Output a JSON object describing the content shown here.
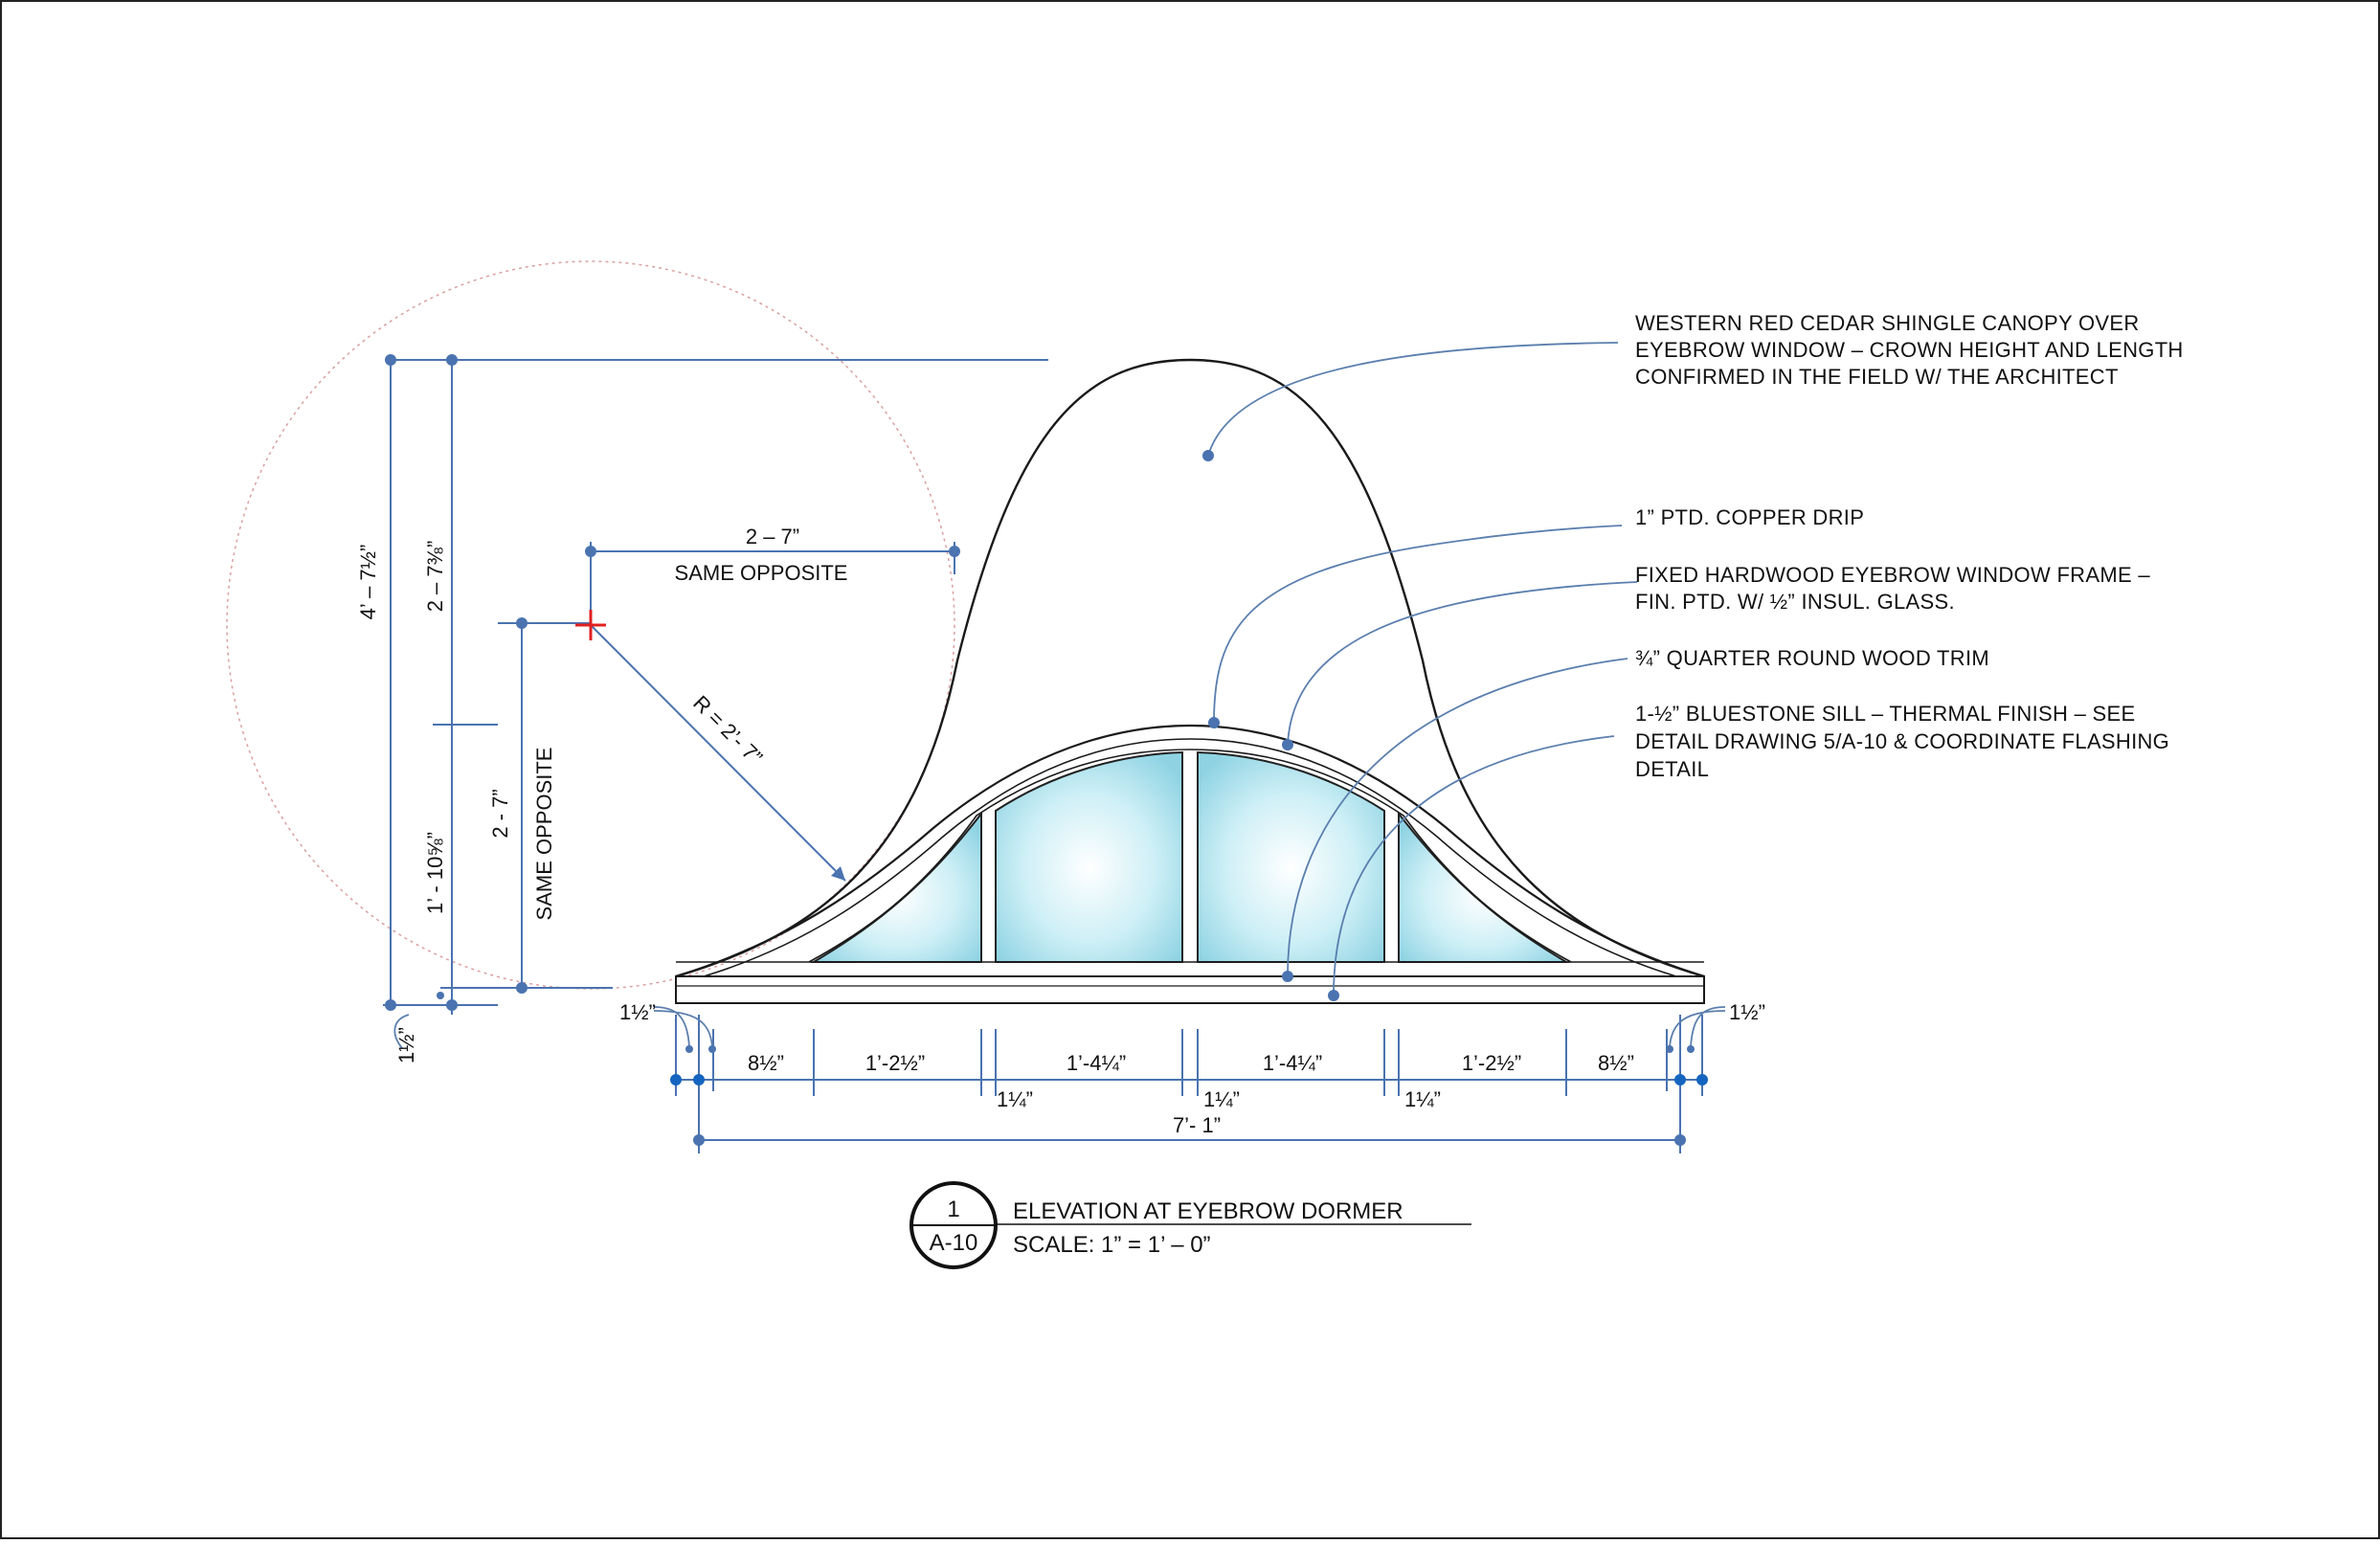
{
  "notes": {
    "canopy": [
      "WESTERN RED CEDAR SHINGLE CANOPY OVER",
      "EYEBROW WINDOW – CROWN HEIGHT AND LENGTH",
      "CONFIRMED IN THE FIELD W/ THE ARCHITECT"
    ],
    "drip": [
      "1” PTD. COPPER DRIP"
    ],
    "frame": [
      "FIXED HARDWOOD EYEBROW WINDOW FRAME –",
      "FIN. PTD. W/ ½” INSUL. GLASS."
    ],
    "trim": [
      "¾” QUARTER ROUND WOOD TRIM"
    ],
    "sill": [
      "1-½” BLUESTONE SILL – THERMAL FINISH –  SEE",
      "DETAIL DRAWING 5/A-10 & COORDINATE FLASHING",
      "DETAIL"
    ]
  },
  "dims": {
    "radius_width": "2 – 7”",
    "same_opposite_h": "SAME OPPOSITE",
    "radius": "R =  2’- 7”",
    "overall_height": "4’ – 7½”",
    "upper_height": "2 – 7⅜”",
    "lower_height": "1’ - 10⅝”",
    "center_height": "2 - 7”",
    "same_opposite_v": "SAME OPPOSITE",
    "sill_left": "1½”",
    "sill_right": "1½”",
    "sill_vertical": "1½”",
    "seg": [
      "8½”",
      "1’-2½”",
      "1’-4¼”",
      "1’-4¼”",
      "1’-2½”",
      "8½”"
    ],
    "mull": [
      "1¼”",
      "1¼”",
      "1¼”"
    ],
    "overall_width": "7’- 1”"
  },
  "title_block": {
    "number": "1",
    "sheet": "A-10",
    "title": "ELEVATION AT EYEBROW DORMER",
    "scale": "SCALE: 1” = 1’ – 0”"
  },
  "colors": {
    "dimension": "#4a73b0",
    "glass": "#bfe9f2",
    "center_mark": "#e02020"
  }
}
